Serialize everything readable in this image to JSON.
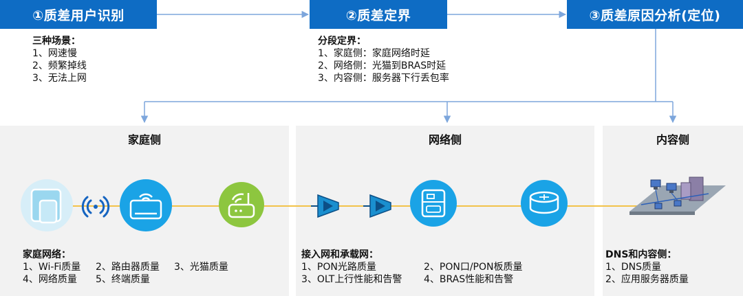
{
  "steps": {
    "step1": "①质差用户识别",
    "step2": "②质差定界",
    "step3": "③质差原因分析(定位)"
  },
  "identify": {
    "heading": "三种场景：",
    "items": [
      "1、网速慢",
      "2、频繁掉线",
      "3、无法上网"
    ]
  },
  "demarcation": {
    "heading": "分段定界：",
    "items": [
      "1、家庭侧：家庭网络时延",
      "2、网络侧：光猫到BRAS时延",
      "3、内容侧：服务器下行丢包率"
    ]
  },
  "panels": {
    "home": {
      "title": "家庭侧",
      "heading": "家庭网络：",
      "rows": [
        [
          "1、Wi-Fi质量",
          "2、路由器质量",
          "3、光猫质量"
        ],
        [
          "4、网络质量",
          "5、终端质量"
        ]
      ]
    },
    "network": {
      "title": "网络侧",
      "heading": "接入网和承载网：",
      "rows": [
        [
          "1、PON光路质量",
          "2、PON口/PON板质量"
        ],
        [
          "3、OLT上行性能和告警",
          "4、BRAS性能和告警"
        ]
      ]
    },
    "content": {
      "title": "内容侧",
      "heading": "DNS和内容侧：",
      "rows": [
        [
          "1、DNS质量"
        ],
        [
          "2、应用服务器质量"
        ]
      ]
    }
  },
  "icons": [
    "tablet-phone-icon",
    "wifi-signal-icon",
    "router-icon",
    "optical-modem-icon",
    "splitter-icon",
    "splitter-icon",
    "olt-icon",
    "core-router-icon",
    "server-network-icon"
  ],
  "colors": {
    "step_bg": "#0e6cc4",
    "connector": "#7da6dc",
    "link": "#f2c249",
    "icon_circle": "#22a8e8",
    "modem_circle": "#8dc63f",
    "panel_bg": "#f2f2f2"
  }
}
